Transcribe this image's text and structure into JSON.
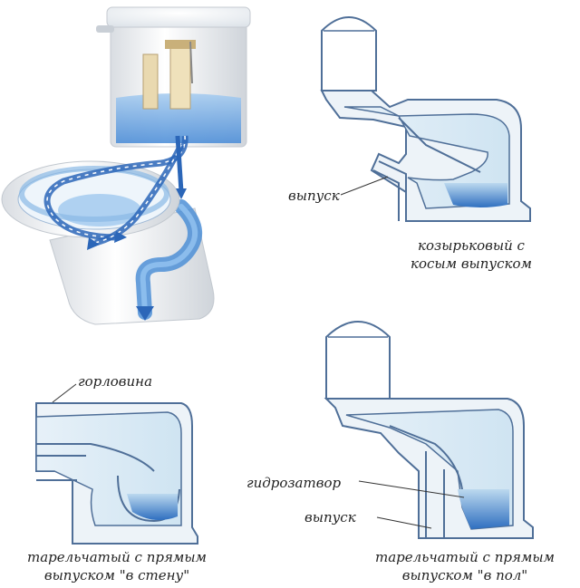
{
  "labels": {
    "vypusk_top": "выпуск",
    "gorlovina": "горловина",
    "gidrozatvor": "гидрозатвор",
    "vypusk_bottom": "выпуск"
  },
  "captions": {
    "visor_line1": "козырьковый с",
    "visor_line2": "косым выпуском",
    "plate_wall_line1": "тарельчатый с прямым",
    "plate_wall_line2": "выпуском \"в стену\"",
    "plate_floor_line1": "тарельчатый с прямым",
    "plate_floor_line2": "выпуском \"в пол\""
  },
  "colors": {
    "outline": "#4f6f98",
    "body_fill": "#edf3f8",
    "cavity_fill": "#d8e9f4",
    "water_light": "#a9cdea",
    "water_dark": "#3f78c4",
    "arrow_blue": "#2b66b8"
  }
}
